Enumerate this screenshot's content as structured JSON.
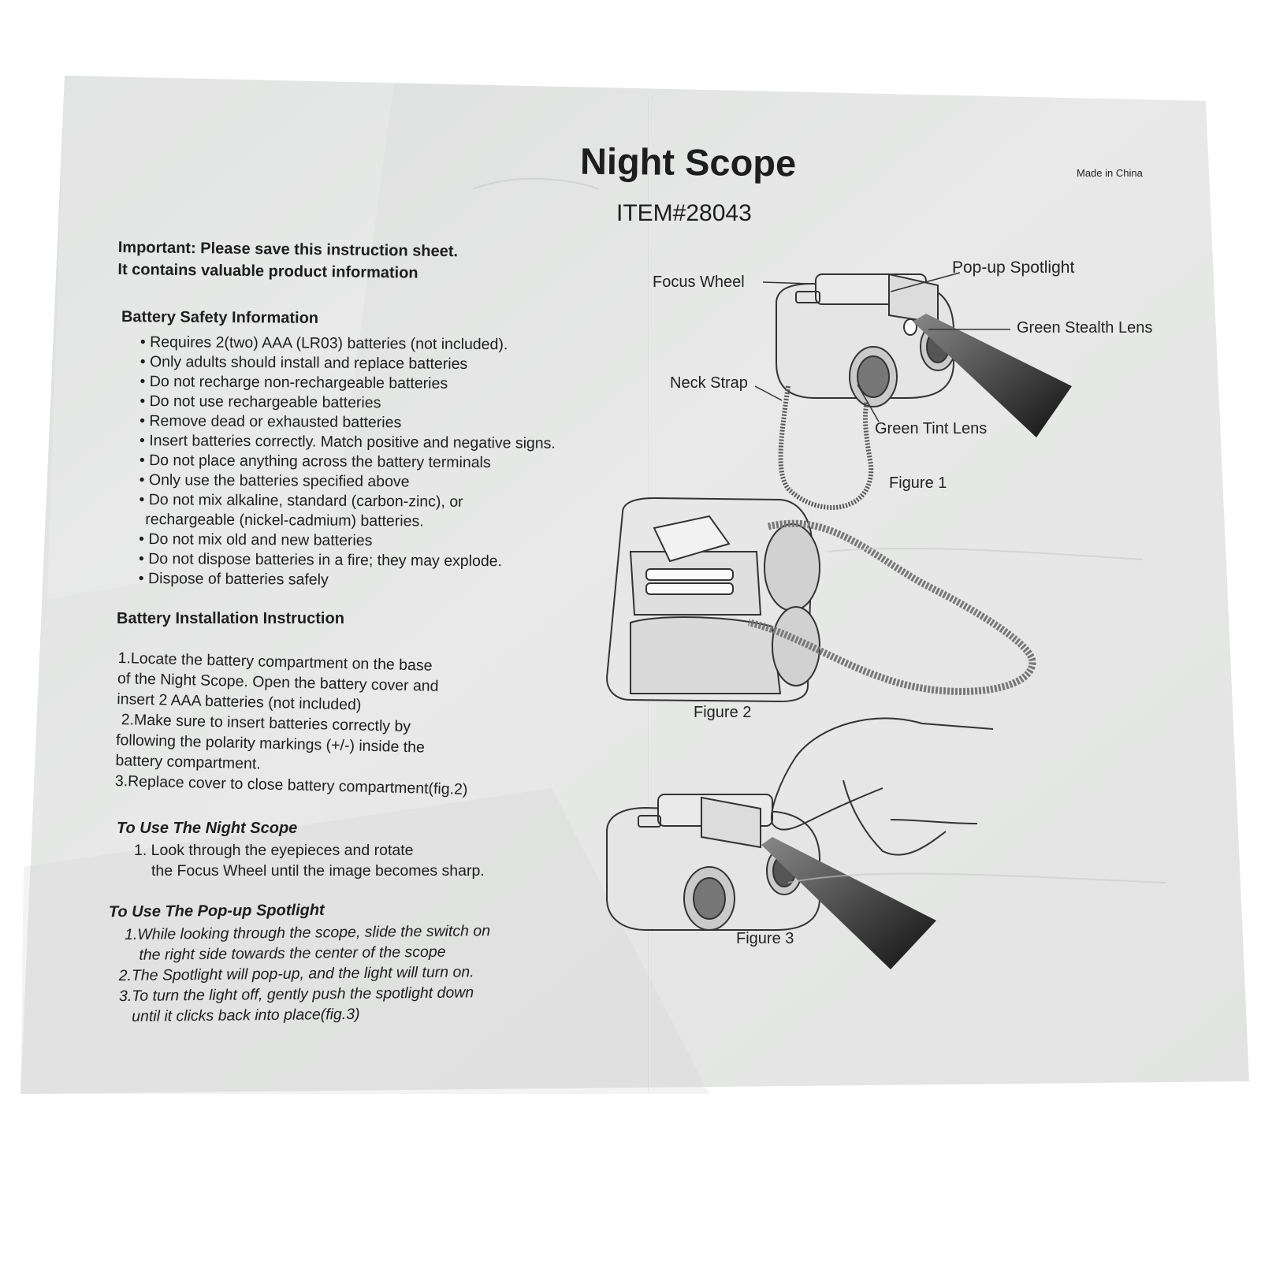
{
  "title": "Night Scope",
  "item_number": "ITEM#28043",
  "made_in": "Made in China",
  "important": {
    "line1": "Important: Please save this instruction sheet.",
    "line2": "It contains valuable product information"
  },
  "battery_safety": {
    "heading": "Battery Safety Information",
    "items": [
      "• Requires 2(two) AAA (LR03) batteries (not included).",
      "• Only adults should install and replace batteries",
      "• Do not recharge non-rechargeable batteries",
      "• Do not use rechargeable batteries",
      "• Remove dead or exhausted batteries",
      "• Insert batteries correctly. Match positive and negative signs.",
      "• Do not place anything across the battery terminals",
      "• Only use the batteries specified above",
      "• Do not mix alkaline, standard (carbon-zinc), or",
      "rechargeable (nickel-cadmium) batteries.",
      "• Do not mix old and new batteries",
      "• Do not dispose batteries in a fire; they may explode.",
      "• Dispose of batteries safely"
    ]
  },
  "battery_install": {
    "heading": "Battery Installation Instruction",
    "lines": [
      "1.Locate the battery compartment on the base",
      "of the Night Scope. Open the battery cover and",
      "insert 2 AAA batteries (not included)",
      "2.Make sure to insert batteries correctly by",
      "following the polarity markings (+/-) inside the",
      "battery compartment.",
      "3.Replace cover to close battery compartment(fig.2)"
    ]
  },
  "use_scope": {
    "heading": "To Use The Night Scope",
    "lines": [
      "1. Look through the eyepieces and rotate",
      "the Focus Wheel until the image becomes sharp."
    ]
  },
  "use_spotlight": {
    "heading": "To Use The Pop-up Spotlight",
    "lines": [
      "1.While looking through the scope, slide the switch on",
      "the right side towards the center of the scope",
      "2.The Spotlight will pop-up, and the light will turn on.",
      "3.To turn the light off, gently push the spotlight down",
      "until it clicks back into place(fig.3)"
    ]
  },
  "figure1": {
    "caption": "Figure 1",
    "labels": {
      "focus_wheel": "Focus Wheel",
      "popup_spotlight": "Pop-up Spotlight",
      "green_stealth_lens": "Green Stealth Lens",
      "neck_strap": "Neck Strap",
      "green_tint_lens": "Green Tint Lens"
    }
  },
  "figure2": {
    "caption": "Figure 2"
  },
  "figure3": {
    "caption": "Figure 3"
  }
}
